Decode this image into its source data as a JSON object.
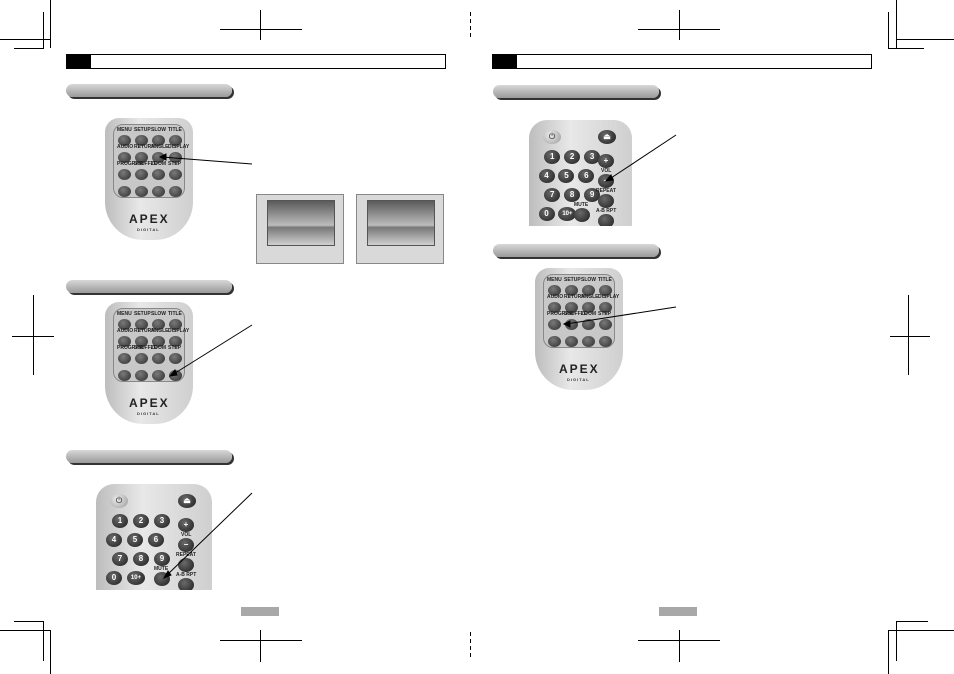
{
  "remote_labels": {
    "row1": [
      "MENU",
      "SETUP",
      "SLOW",
      "TITLE"
    ],
    "row2": [
      "AUDIO",
      "RETURN",
      "ANGLE",
      "DISPLAY"
    ],
    "row3": [
      "PROGRAM",
      "SHUFFLE",
      "ZOOM",
      "STEP"
    ]
  },
  "brand": {
    "logo": "APEX",
    "sub": "DIGITAL"
  },
  "keypad": {
    "numbers": [
      "1",
      "2",
      "3",
      "4",
      "5",
      "6",
      "7",
      "8",
      "9",
      "0",
      "10+"
    ],
    "vol_label": "VOL",
    "repeat_label": "REPEAT",
    "mute_label": "MUTE",
    "abrpt_label": "A-B RPT",
    "plus": "+",
    "minus": "−",
    "eject": "⏏",
    "power": "⏻"
  }
}
